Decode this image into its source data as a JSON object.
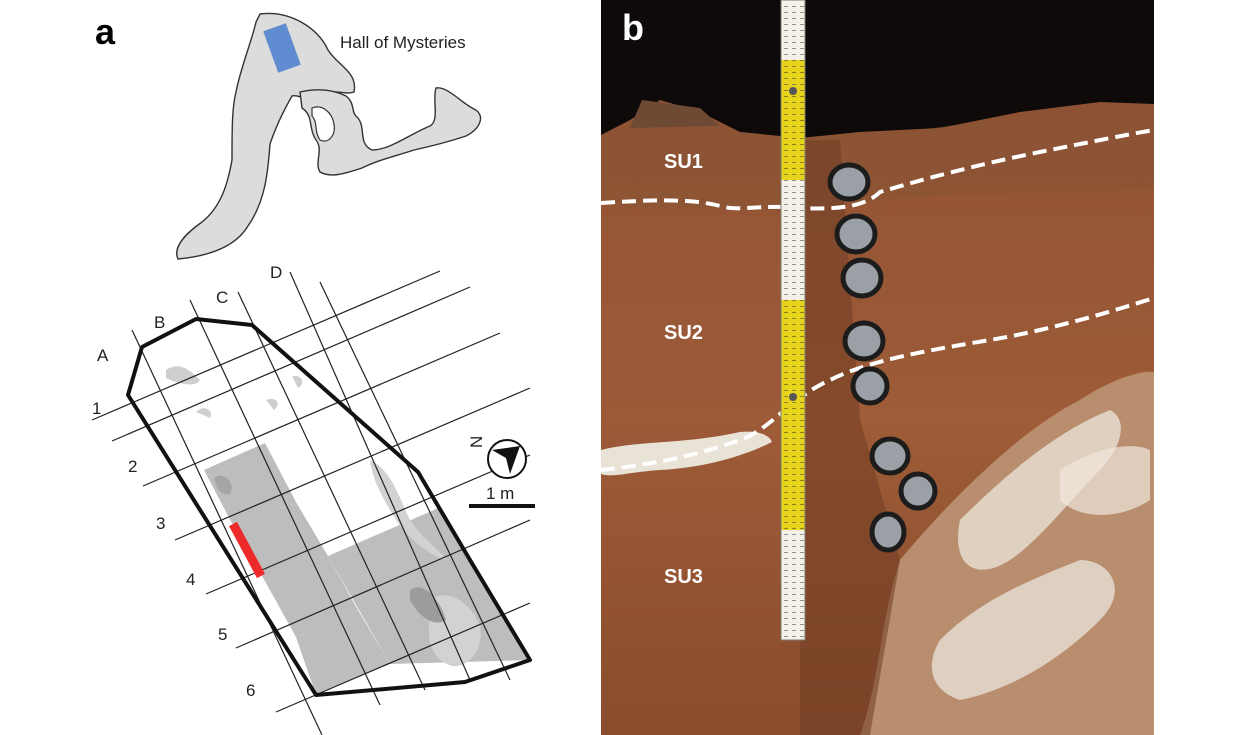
{
  "panel_a": {
    "letter": "a",
    "cave_name": "Hall of Mysteries",
    "columns": [
      "A",
      "B",
      "C",
      "D"
    ],
    "rows": [
      "1",
      "2",
      "3",
      "4",
      "5",
      "6"
    ],
    "north_label": "N",
    "scale_label": "1 m",
    "colors": {
      "cave_fill": "#dcdcdc",
      "excavated_fill": "#bdbdbd",
      "sample_marker": "#ec2a2a",
      "location_marker": "#5f8bd0",
      "outline": "#111111"
    }
  },
  "panel_b": {
    "letter": "b",
    "units": [
      "SU1",
      "SU2",
      "SU3"
    ],
    "colors": {
      "sediment": "#9b5a36",
      "boundary": "#ffffff",
      "ruler": "#e7d21c",
      "sky": "#0d0a09"
    }
  }
}
